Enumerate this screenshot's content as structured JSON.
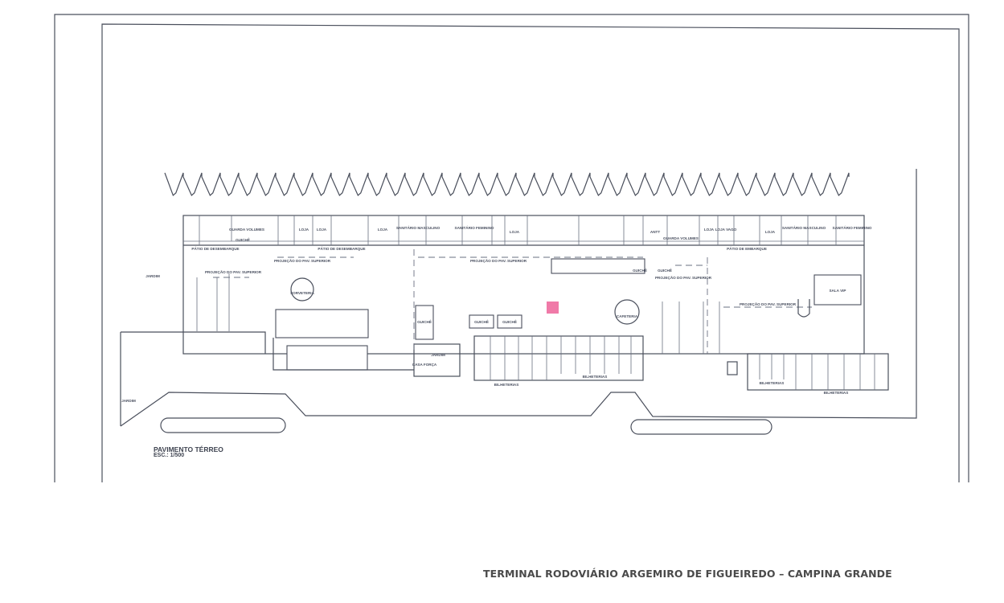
{
  "caption": "TERMINAL RODOVIÁRIO ARGEMIRO DE FIGUEIREDO – CAMPINA GRANDE",
  "plan": {
    "title": "PAVIMENTO TÉRREO",
    "scale": "ESC.: 1/500"
  },
  "labels": {
    "loja": "LOJA",
    "patio_desembarque": "PÁTIO DE DESEMBARQUE",
    "patio_embarque": "PÁTIO DE EMBARQUE",
    "projecao": "PROJEÇÃO DO PAV. SUPERIOR",
    "guarda_volumes": "GUARDA VOLUMES",
    "guiche": "GUICHÊ",
    "sanitario_masculino": "SANITÁRIO MASCULINO",
    "sanitario_feminino": "SANITÁRIO FEMININO",
    "jardim": "JARDIM",
    "bilheterias": "BILHETERIAS",
    "sala_vip": "SALA VIP",
    "sorveteria": "SORVETERIA",
    "cafeteria": "CAFETERIA",
    "anpt": "ANTT",
    "loja_vago": "LOJA VAGO",
    "casa_forca": "CASA FORÇA"
  },
  "colors": {
    "line": "#4a4f5c",
    "marker": "#f07aa8"
  }
}
